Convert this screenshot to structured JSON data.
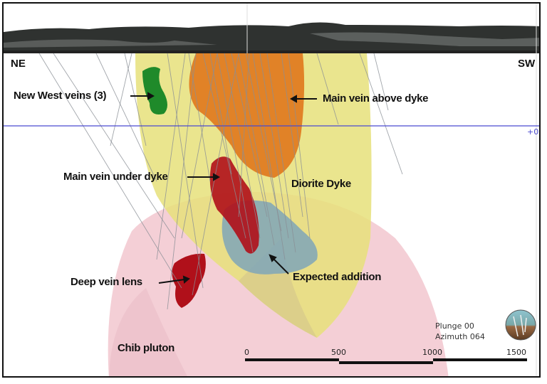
{
  "orientation": {
    "left": "NE",
    "right": "SW"
  },
  "elevation_marker": "+0",
  "labels": {
    "new_west_veins": "New West veins (3)",
    "main_vein_above": "Main vein above dyke",
    "main_vein_under": "Main vein under dyke",
    "diorite_dyke": "Diorite Dyke",
    "deep_vein_lens": "Deep vein lens",
    "expected_addition": "Expected addition",
    "chib_pluton": "Chib pluton"
  },
  "view": {
    "plunge": "Plunge 00",
    "azimuth": "Azimuth 064"
  },
  "scale_bar": {
    "ticks": [
      "0",
      "500",
      "1000",
      "1500"
    ]
  },
  "colors": {
    "pluton": "#f4cfd6",
    "dyke": "#e6e07a",
    "main_vein": "#e07a1e",
    "new_west": "#1f8a2a",
    "under_dyke": "#b0101a",
    "expected": "#7fa6b8",
    "terrain": "#3a3d3b"
  }
}
